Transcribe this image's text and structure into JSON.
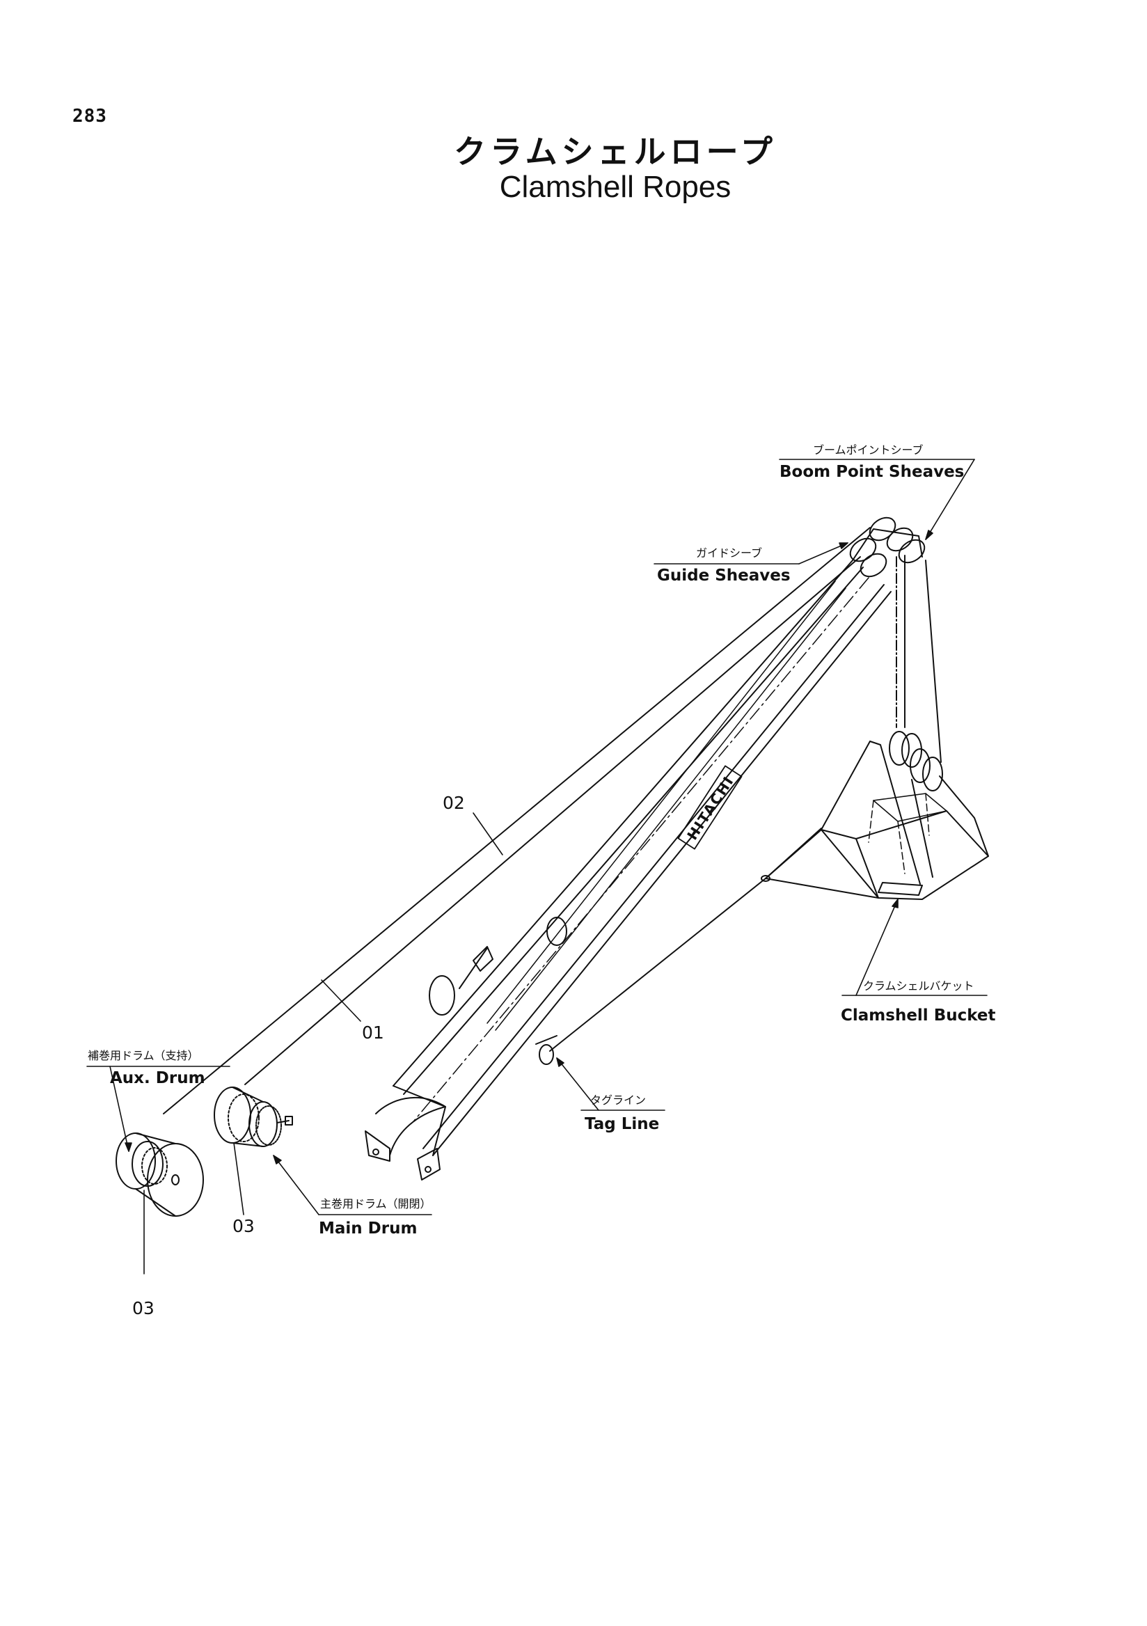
{
  "page": {
    "number": "283"
  },
  "title": {
    "japanese": "クラムシェルロープ",
    "english": "Clamshell Ropes"
  },
  "brand": "HITACHI",
  "callouts": {
    "boom_point_sheaves": {
      "jp": "ブームポイントシーブ",
      "en": "Boom Point Sheaves"
    },
    "guide_sheaves": {
      "jp": "ガイドシーブ",
      "en": "Guide Sheaves"
    },
    "clamshell_bucket": {
      "jp": "クラムシェルバケット",
      "en": "Clamshell Bucket"
    },
    "tag_line": {
      "jp": "タグライン",
      "en": "Tag Line"
    },
    "aux_drum": {
      "jp": "補巻用ドラム（支持）",
      "en": "Aux. Drum"
    },
    "main_drum": {
      "jp": "主巻用ドラム（開閉）",
      "en": "Main Drum"
    }
  },
  "part_numbers": {
    "rope_02": "02",
    "rope_01": "01",
    "drum_03_main": "03",
    "drum_03_aux": "03"
  }
}
